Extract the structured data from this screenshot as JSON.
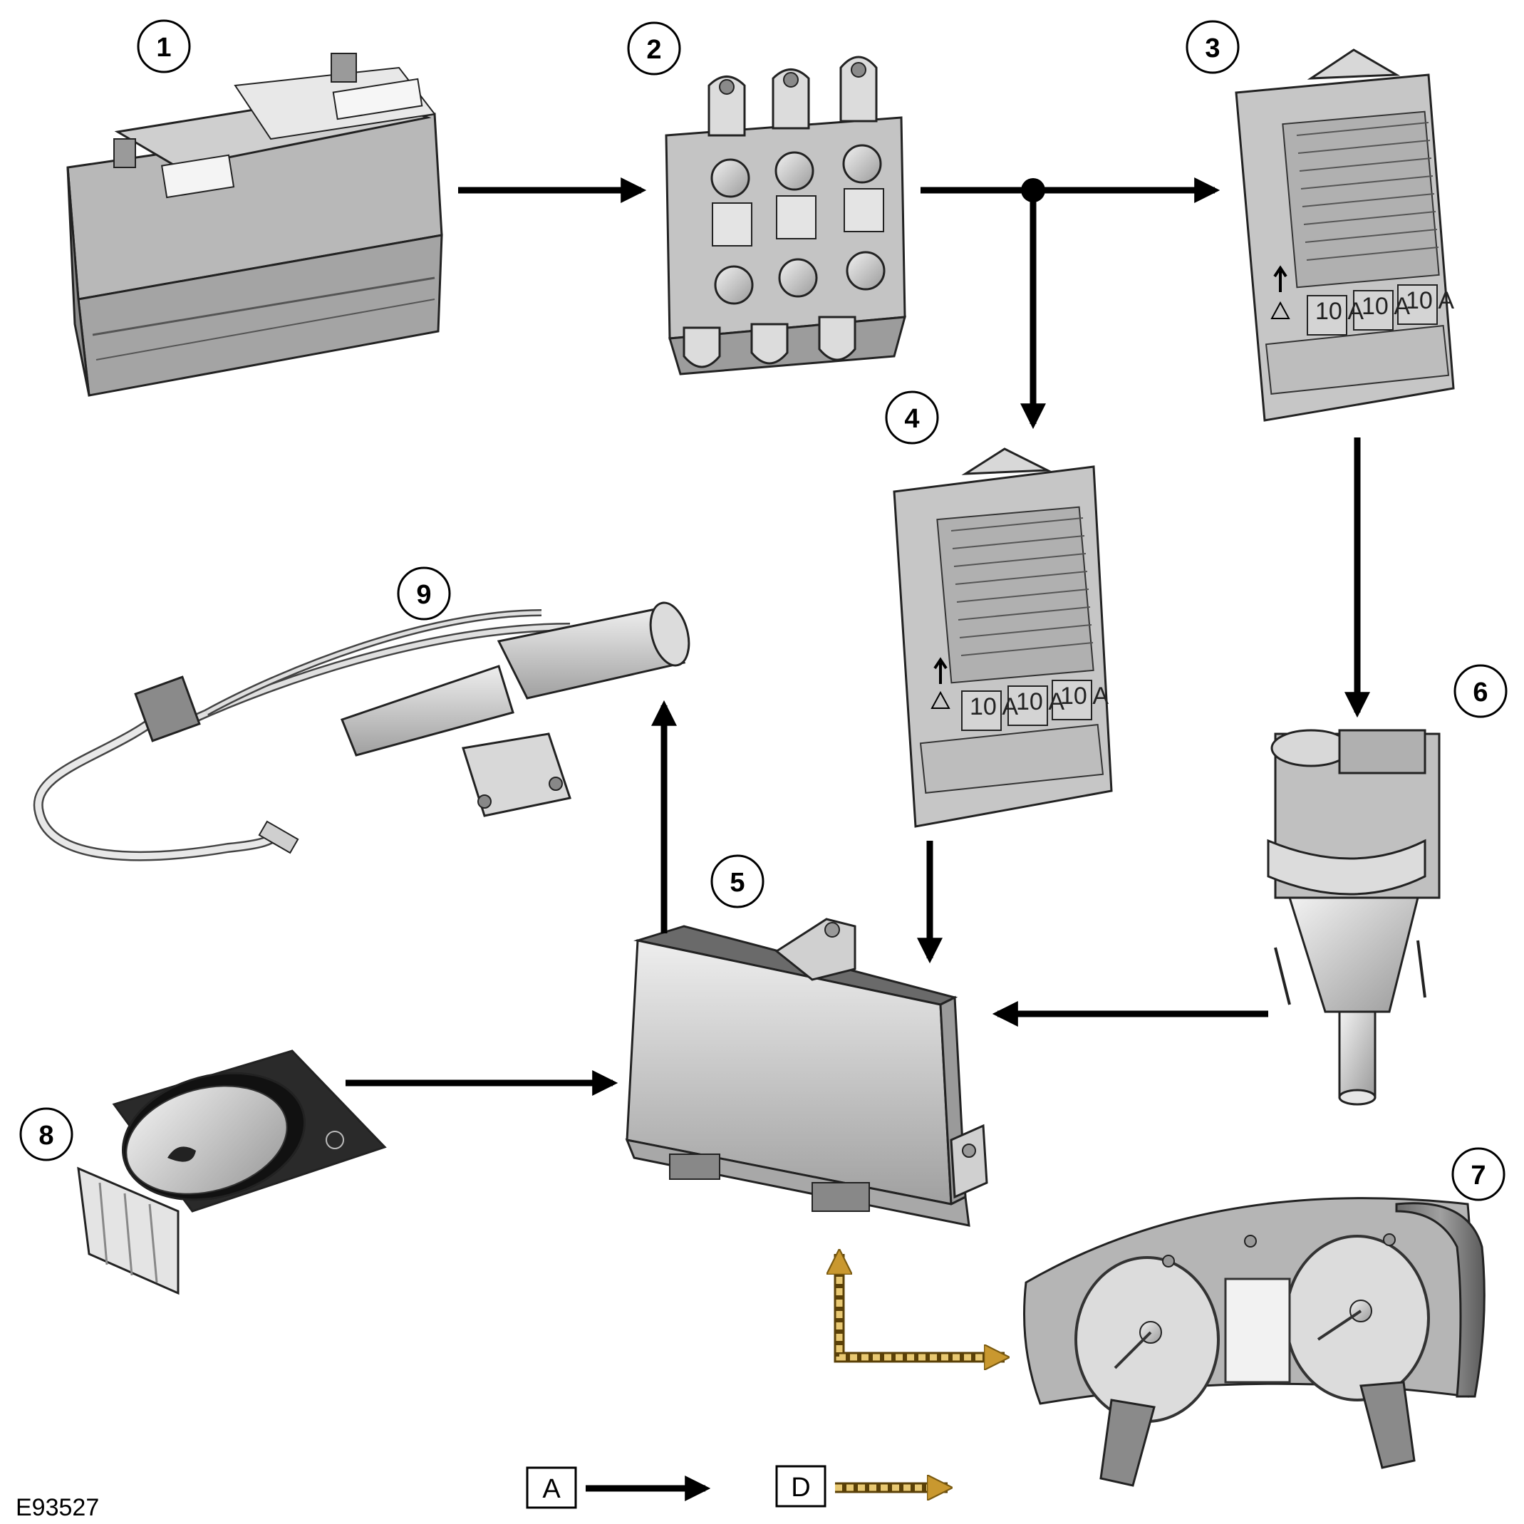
{
  "figure_id": "E93527",
  "callouts": {
    "c1": "1",
    "c2": "2",
    "c3": "3",
    "c4": "4",
    "c5": "5",
    "c6": "6",
    "c7": "7",
    "c8": "8",
    "c9": "9"
  },
  "component_labels": {
    "relay_a": "10 A",
    "relay_b": "10 A",
    "relay_c": "10 A",
    "relay_d": "10 A",
    "relay_e": "10 A",
    "relay_f": "10 A"
  },
  "legend": {
    "hardwired": {
      "key": "A"
    },
    "can_bus": {
      "key": "D"
    }
  },
  "colors": {
    "hardwired": "#000000",
    "can_bus": "#c9982f",
    "part_fill": "#c8c8c8",
    "part_dark": "#8a8a8a",
    "part_light": "#e6e6e6"
  }
}
